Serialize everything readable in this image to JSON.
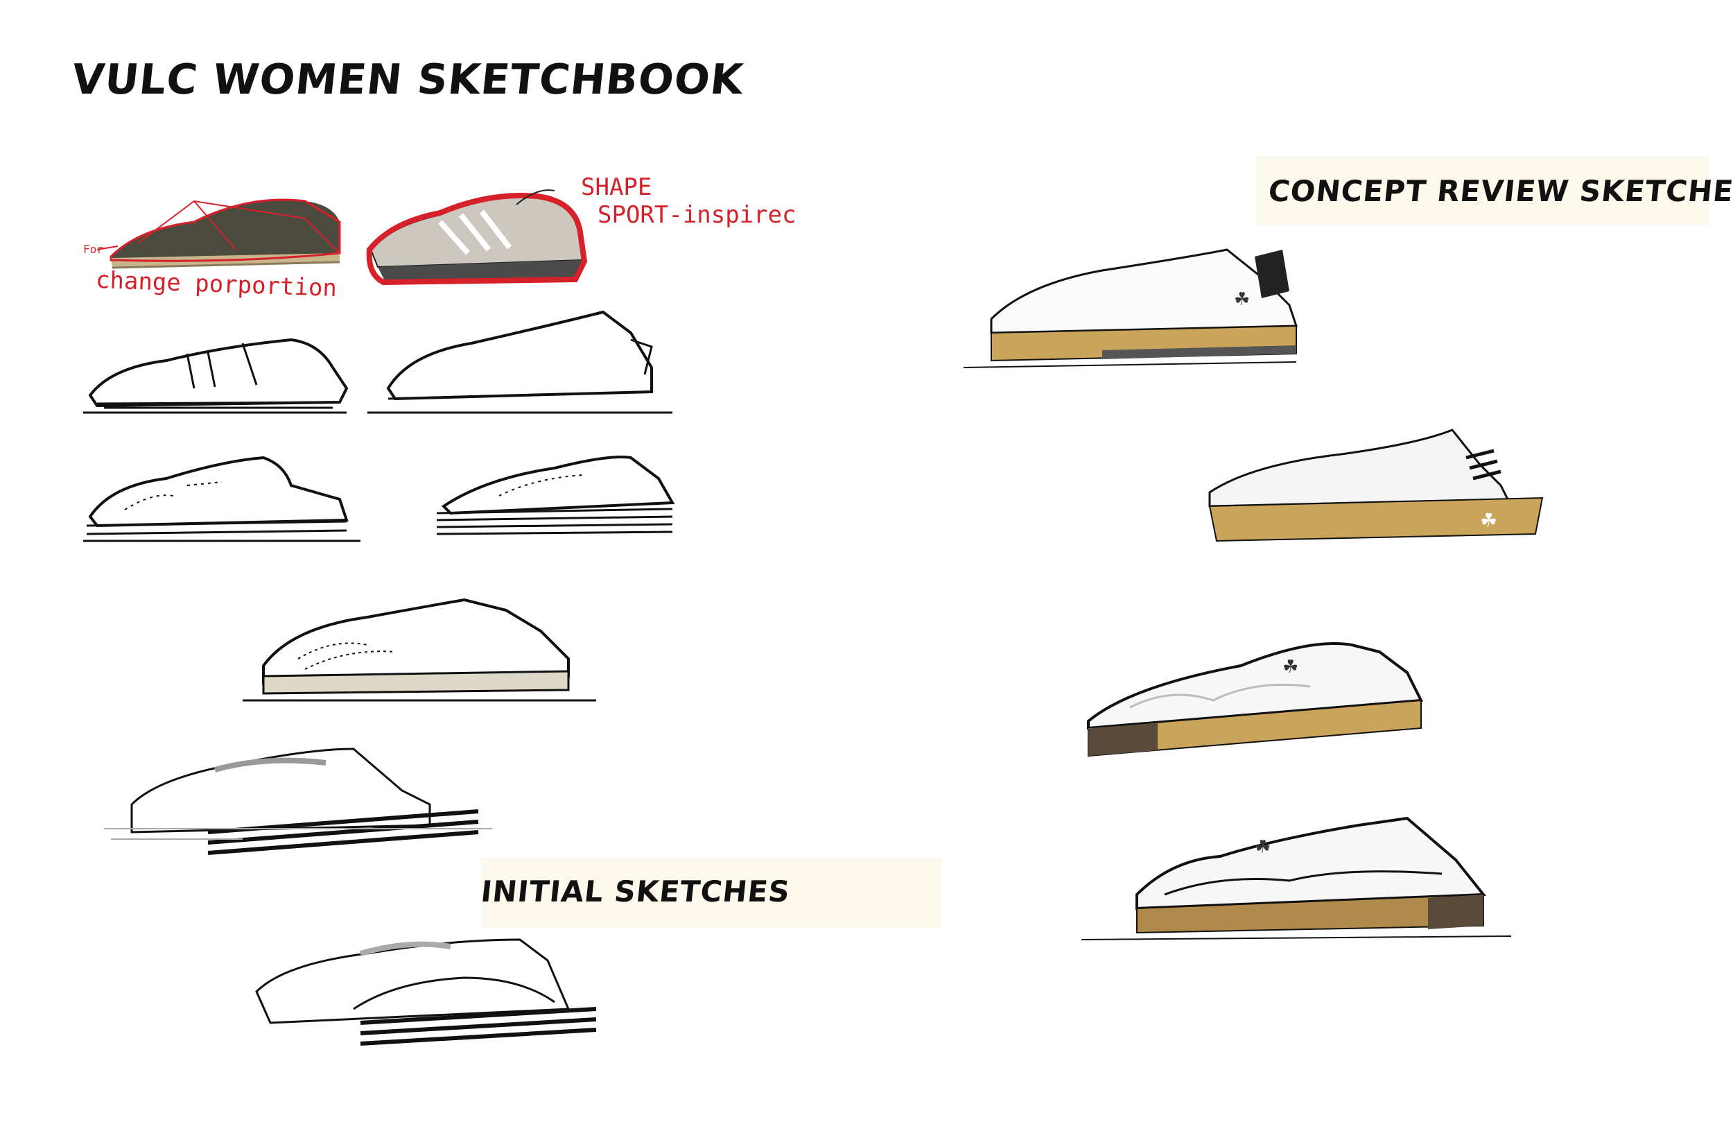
{
  "page": {
    "title": "VULC WOMEN SKETCHBOOK",
    "labels": {
      "concept": "CONCEPT REVIEW SKETCHES",
      "initial": "INITIAL SKETCHES"
    },
    "annotations": {
      "shape": "SHAPE",
      "sport": "SPORT-inspirec",
      "proportion": "change porportion",
      "for": "For"
    }
  },
  "colors": {
    "ink": "#111111",
    "annotation_red": "#d6202a",
    "label_background": "#fcf8eb",
    "gum_sole": "#c9a45a",
    "dark_sole": "#5a4a3a"
  },
  "icons": [
    "trefoil-logo-icon"
  ]
}
